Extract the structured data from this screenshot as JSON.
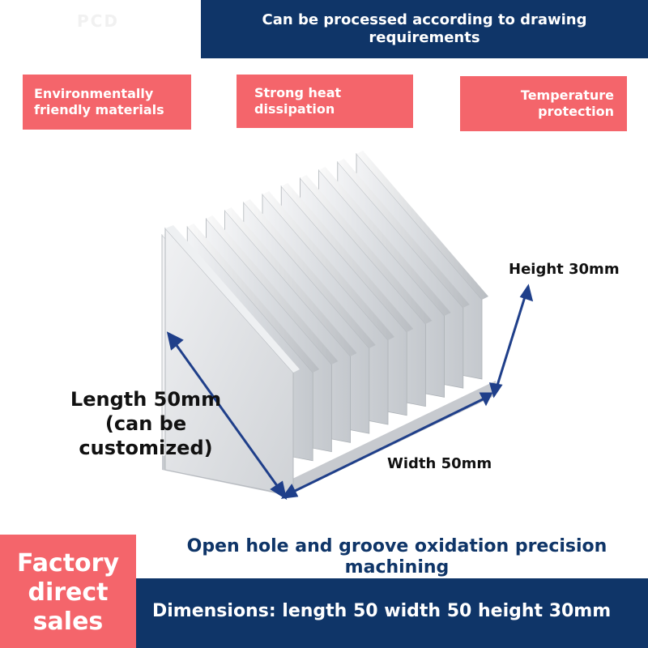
{
  "top_left_mark": "PCD",
  "top_banner": "Can be processed according to drawing requirements",
  "features": [
    "Environmentally friendly materials",
    "Strong heat dissipation",
    "Temperature protection"
  ],
  "labels": {
    "height": "Height 30mm",
    "length": "Length 50mm (can be customized)",
    "width": "Width 50mm"
  },
  "process_text": "Open hole and groove oxidation precision machining",
  "factory_text": "Factory direct sales",
  "dimensions_text": "Dimensions: length 50 width 50 height 30mm",
  "colors": {
    "navy": "#0f3568",
    "coral": "#f4656b",
    "arrow": "#1f3f8a"
  }
}
